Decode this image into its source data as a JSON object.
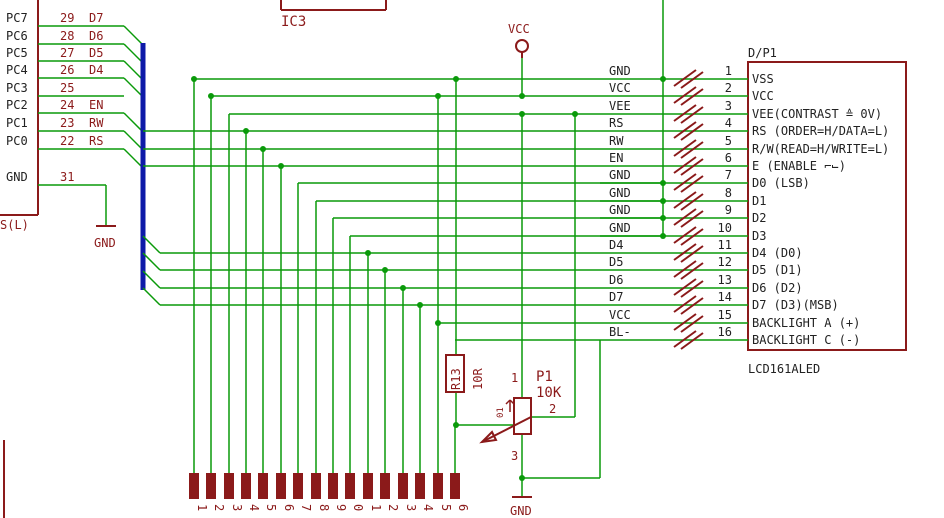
{
  "colors": {
    "wire": "#0a9a0a",
    "part": "#8b1a1a",
    "bus": "#0d1aa8",
    "text_dark": "#222222",
    "background": "#ffffff"
  },
  "ic3": {
    "name": "IC3"
  },
  "mcu_pins": [
    {
      "port": "PC7",
      "num": "29",
      "sig": "D7"
    },
    {
      "port": "PC6",
      "num": "28",
      "sig": "D6"
    },
    {
      "port": "PC5",
      "num": "27",
      "sig": "D5"
    },
    {
      "port": "PC4",
      "num": "26",
      "sig": "D4"
    },
    {
      "port": "PC3",
      "num": "25",
      "sig": ""
    },
    {
      "port": "PC2",
      "num": "24",
      "sig": "EN"
    },
    {
      "port": "PC1",
      "num": "23",
      "sig": "RW"
    },
    {
      "port": "PC0",
      "num": "22",
      "sig": "RS"
    },
    {
      "port": "GND",
      "num": "31",
      "sig": ""
    }
  ],
  "mcu_fragment": "S(L)",
  "gnd_symbol": "GND",
  "vcc_symbol": "VCC",
  "lcd": {
    "ref": "D/P1",
    "part": "LCD161ALED",
    "pins": [
      {
        "num": "1",
        "net": "GND",
        "desc": "VSS"
      },
      {
        "num": "2",
        "net": "VCC",
        "desc": "VCC"
      },
      {
        "num": "3",
        "net": "VEE",
        "desc": "VEE(CONTRAST ≙ 0V)"
      },
      {
        "num": "4",
        "net": "RS",
        "desc": "RS (ORDER=H/DATA=L)"
      },
      {
        "num": "5",
        "net": "RW",
        "desc": "R/W(READ=H/WRITE=L)"
      },
      {
        "num": "6",
        "net": "EN",
        "desc": "E  (ENABLE ⌐⌙)"
      },
      {
        "num": "7",
        "net": "GND",
        "desc": "D0 (LSB)"
      },
      {
        "num": "8",
        "net": "GND",
        "desc": "D1"
      },
      {
        "num": "9",
        "net": "GND",
        "desc": "D2"
      },
      {
        "num": "10",
        "net": "GND",
        "desc": "D3"
      },
      {
        "num": "11",
        "net": "D4",
        "desc": "D4 (D0)"
      },
      {
        "num": "12",
        "net": "D5",
        "desc": "D5 (D1)"
      },
      {
        "num": "13",
        "net": "D6",
        "desc": "D6 (D2)"
      },
      {
        "num": "14",
        "net": "D7",
        "desc": "D7 (D3)(MSB)"
      },
      {
        "num": "15",
        "net": "VCC",
        "desc": "BACKLIGHT A (+)"
      },
      {
        "num": "16",
        "net": "BL-",
        "desc": "BACKLIGHT C (-)"
      }
    ]
  },
  "resistor": {
    "ref": "R13",
    "value": "10R"
  },
  "pot": {
    "ref": "P1",
    "value": "10K",
    "wiper_mark": "01",
    "pin1": "1",
    "pin2": "2",
    "pin3": "3"
  },
  "header_pins": [
    "1",
    "2",
    "3",
    "4",
    "5",
    "6",
    "7",
    "8",
    "9",
    "0",
    "1",
    "2",
    "3",
    "4",
    "5",
    "6"
  ],
  "gnd_bottom": "GND"
}
